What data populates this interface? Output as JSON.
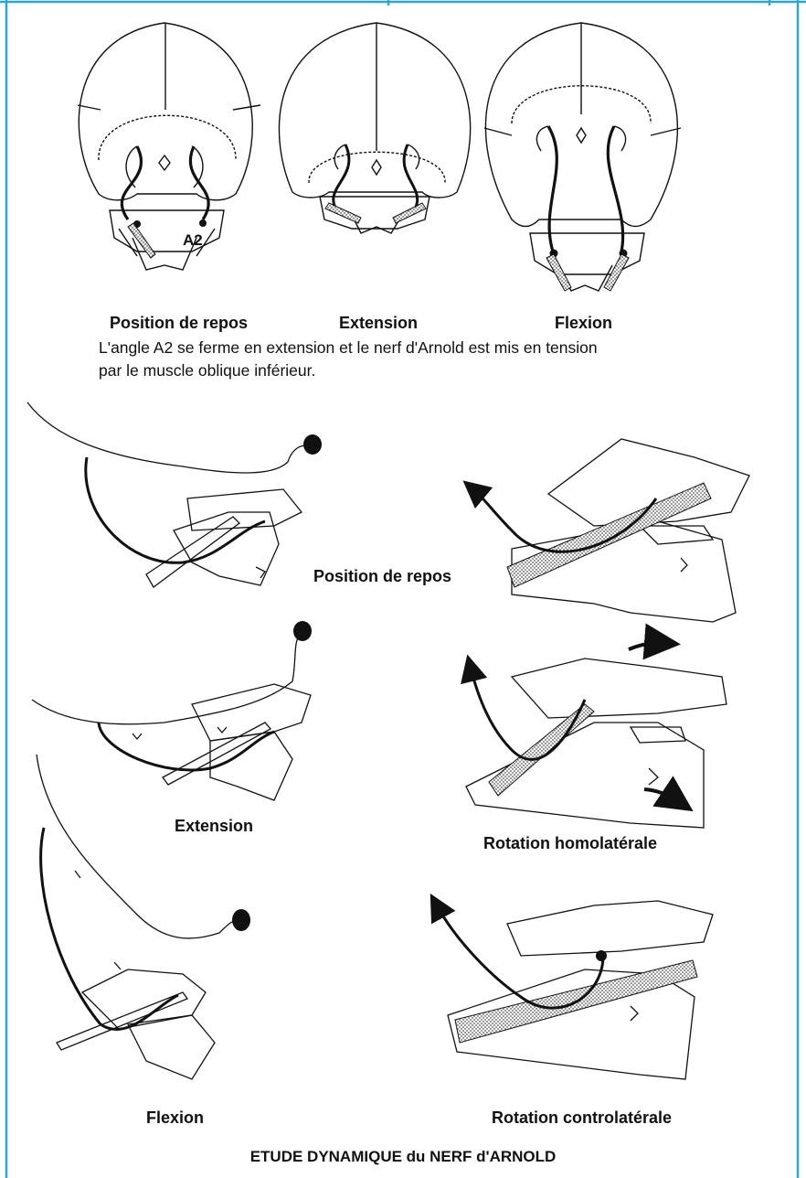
{
  "colors": {
    "border": "#2ea3d8",
    "ink": "#111111",
    "muscle": "#b8b8b8"
  },
  "top_labels": {
    "rest": "Position de repos",
    "extension": "Extension",
    "flexion": "Flexion",
    "angle_label": "A2"
  },
  "caption": {
    "line1": "L'angle A2 se ferme en extension et le nerf d'Arnold est mis en tension",
    "line2": "par le muscle oblique inférieur."
  },
  "lateral_labels": {
    "rest": "Position de repos",
    "extension": "Extension",
    "rotation_homolateral": "Rotation homolatérale",
    "flexion": "Flexion",
    "rotation_controlateral": "Rotation controlatérale"
  },
  "footer": "ETUDE DYNAMIQUE du NERF d'ARNOLD"
}
